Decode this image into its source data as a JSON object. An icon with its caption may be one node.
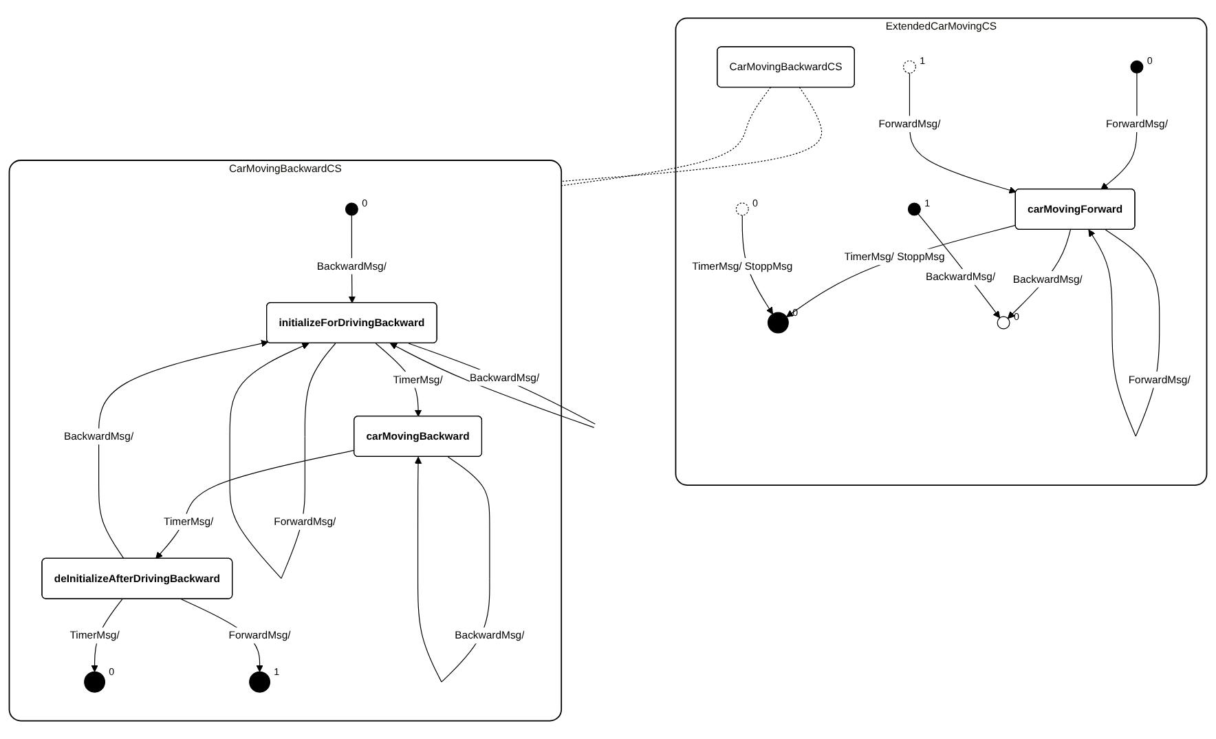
{
  "diagram": {
    "nodes": [
      {
        "text": [
          "ExtendedCarMovingCS"
        ]
      },
      {
        "text": [],
        "shape": "dot",
        "in": 0,
        "beside": [
          "0"
        ]
      },
      {
        "text": [
          "carMovingForward"
        ],
        "in": 0
      },
      {
        "text": [],
        "shape": "bullseye",
        "in": 0,
        "beside": [
          "0"
        ]
      },
      {
        "text": [
          "CarMovingBackwardCS"
        ],
        "in": 0
      },
      {
        "text": [],
        "shape": "circle",
        "in": 0,
        "beside": [
          "0"
        ]
      },
      {
        "text": [],
        "shape": "crossed-circle",
        "in": 0,
        "beside": [
          "1"
        ]
      },
      {
        "text": [],
        "shape": "crossed-circle",
        "in": 0,
        "beside": [
          "0"
        ]
      },
      {
        "text": [],
        "shape": "dot",
        "in": 0,
        "beside": [
          "1"
        ]
      },
      {
        "text": [
          "CarMovingBackwardCS"
        ]
      },
      {
        "text": [],
        "shape": "dot",
        "in": 9,
        "beside": [
          "0"
        ]
      },
      {
        "text": [
          "initializeForDrivingBackward"
        ],
        "in": 9
      },
      {
        "text": [
          "carMovingBackward"
        ],
        "in": 9
      },
      {
        "text": [
          "deInitializeAfterDrivingBackward"
        ],
        "in": 9
      },
      {
        "text": [],
        "shape": "bullseye",
        "in": 9,
        "beside": [
          "0"
        ]
      },
      {
        "text": [],
        "shape": "bullseye",
        "in": 9,
        "beside": [
          "1"
        ]
      }
    ],
    "edges": [
      {
        "from": 1,
        "to": 2,
        "arrow": "to",
        "label": "ForwardMsg/"
      },
      {
        "from": 2,
        "to": 2,
        "arrow": "to",
        "label": "ForwardMsg/"
      },
      {
        "from": 2,
        "to": 3,
        "arrow": "to",
        "label": "TimerMsg/ StoppMsg"
      },
      {
        "from": 2,
        "to": 5,
        "arrow": "to",
        "label": "BackwardMsg/"
      },
      {
        "from": 6,
        "to": 2,
        "arrow": "to",
        "label": "ForwardMsg/"
      },
      {
        "from": 7,
        "to": 3,
        "arrow": "to",
        "label": "TimerMsg/ StoppMsg"
      },
      {
        "from": 8,
        "to": 5,
        "arrow": "to",
        "label": "BackwardMsg/"
      },
      {
        "from": 4,
        "to": 9,
        "arrow": "none",
        "style": "dashed"
      },
      {
        "from": 4,
        "to": 9,
        "arrow": "none",
        "style": "dashed"
      },
      {
        "from": 10,
        "to": 11,
        "arrow": "to",
        "label": "BackwardMsg/"
      },
      {
        "from": 11,
        "to": 11,
        "arrow": "to",
        "label": "ForwardMsg/"
      },
      {
        "from": 11,
        "to": 11,
        "arrow": "to",
        "label": "BackwardMsg/"
      },
      {
        "from": 11,
        "to": 12,
        "arrow": "to",
        "label": "TimerMsg/"
      },
      {
        "from": 12,
        "to": 12,
        "arrow": "to",
        "label": "BackwardMsg/"
      },
      {
        "from": 12,
        "to": 13,
        "arrow": "to",
        "label": "TimerMsg/"
      },
      {
        "from": 13,
        "to": 11,
        "arrow": "to",
        "label": "BackwardMsg/"
      },
      {
        "from": 13,
        "to": 14,
        "arrow": "to",
        "label": "TimerMsg/"
      },
      {
        "from": 13,
        "to": 15,
        "arrow": "to",
        "label": "ForwardMsg/"
      }
    ]
  }
}
